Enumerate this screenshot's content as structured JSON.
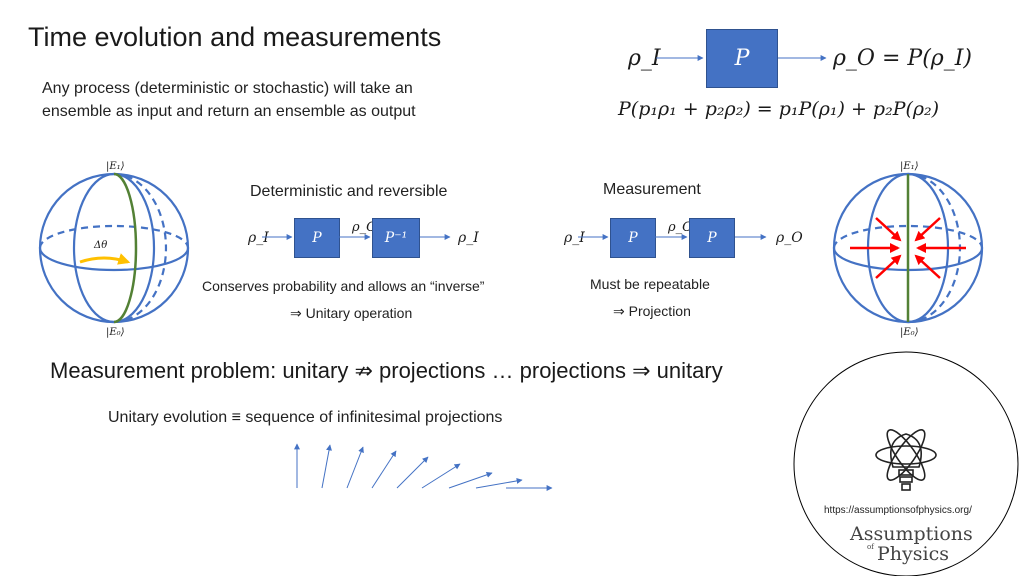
{
  "title": "Time evolution and measurements",
  "intro": {
    "line1": "Any process (deterministic or stochastic) will take an",
    "line2": "ensemble as input and return an ensemble as output"
  },
  "process": {
    "input": "ρ_I",
    "box": "P",
    "output": "ρ_O = P(ρ_I)",
    "linearity": "P(p₁ρ₁ + p₂ρ₂) = p₁P(ρ₁) + p₂P(ρ₂)"
  },
  "left_sphere": {
    "top_label": "|E₁⟩",
    "bottom_label": "|E₀⟩",
    "angle_label": "Δθ"
  },
  "right_sphere": {
    "top_label": "|E₁⟩",
    "bottom_label": "|E₀⟩"
  },
  "deterministic": {
    "heading": "Deterministic and reversible",
    "input": "ρ_I",
    "box1": "P",
    "middle": "ρ_O",
    "box2": "P⁻¹",
    "output": "ρ_I",
    "caption1": "Conserves probability and allows an “inverse”",
    "caption2": "⇒ Unitary operation"
  },
  "measurement": {
    "heading": "Measurement",
    "input": "ρ_I",
    "box1": "P",
    "middle": "ρ_O",
    "box2": "P",
    "output": "ρ_O",
    "caption1": "Must be repeatable",
    "caption2": "⇒ Projection"
  },
  "problem": "Measurement problem: unitary ⇏ projections … projections ⇒ unitary",
  "unitary_line": "Unitary evolution ≡ sequence of infinitesimal projections",
  "logo": {
    "url": "https://assumptionsofphysics.org/",
    "name_line1": "Assumptions",
    "name_of": "of",
    "name_line2": "Physics"
  },
  "colors": {
    "box_fill": "#4472c4",
    "arrow": "#4472c4",
    "sphere": "#4472c4",
    "green": "#538135",
    "yellow": "#ffc000",
    "red": "#ff0000"
  }
}
